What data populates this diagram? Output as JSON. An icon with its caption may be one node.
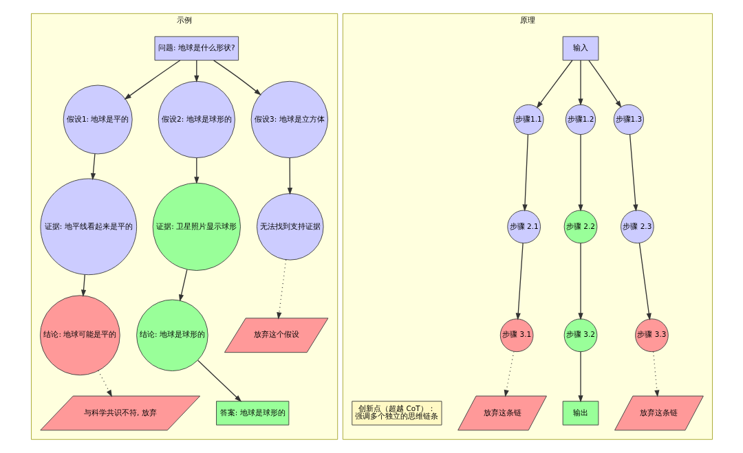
{
  "diagram": {
    "nodes": [
      {
        "text": [
          "示例"
        ]
      },
      {
        "text": [
          "问题: 地球是什么形状?"
        ],
        "in": 0
      },
      {
        "text": [
          "假设1: 地球是平的"
        ],
        "in": 0
      },
      {
        "text": [
          "假设2: 地球是球形的"
        ],
        "in": 0
      },
      {
        "text": [
          "假设3: 地球是立方体"
        ],
        "in": 0
      },
      {
        "text": [
          "证据: 地平线看起来是平的"
        ],
        "in": 0
      },
      {
        "text": [
          "证据: 卫星照片显示球形"
        ],
        "in": 0
      },
      {
        "text": [
          "无法找到支持证据"
        ],
        "in": 0
      },
      {
        "text": [
          "结论: 地球可能是平的"
        ],
        "in": 0
      },
      {
        "text": [
          "结论: 地球是球形的"
        ],
        "in": 0
      },
      {
        "text": [
          "放弃这个假设"
        ],
        "in": 0
      },
      {
        "text": [
          "与科学共识不符, 放弃"
        ],
        "in": 0
      },
      {
        "text": [
          "答案: 地球是球形的"
        ],
        "in": 0
      },
      {
        "text": [
          "原理"
        ]
      },
      {
        "text": [
          "输入"
        ],
        "in": 13
      },
      {
        "text": [
          "步骤1.1"
        ],
        "in": 13
      },
      {
        "text": [
          "步骤1.2"
        ],
        "in": 13
      },
      {
        "text": [
          "步骤1.3"
        ],
        "in": 13
      },
      {
        "text": [
          "步骤 2.1"
        ],
        "in": 13
      },
      {
        "text": [
          "步骤 2.2"
        ],
        "in": 13
      },
      {
        "text": [
          "步骤 2.3"
        ],
        "in": 13
      },
      {
        "text": [
          "步骤 3.1"
        ],
        "in": 13
      },
      {
        "text": [
          "步骤 3.2"
        ],
        "in": 13
      },
      {
        "text": [
          "步骤 3.3"
        ],
        "in": 13
      },
      {
        "text": [
          "放弃这条链"
        ],
        "in": 13
      },
      {
        "text": [
          "输出"
        ],
        "in": 13
      },
      {
        "text": [
          "放弃这条链"
        ],
        "in": 13
      },
      {
        "text": [
          "创新点（超越 CoT）：",
          "强调多个独立的思维链条"
        ],
        "in": 13
      }
    ],
    "edges": [
      {
        "from": 1,
        "to": 2,
        "arrow": "to"
      },
      {
        "from": 1,
        "to": 3,
        "arrow": "to"
      },
      {
        "from": 1,
        "to": 4,
        "arrow": "to"
      },
      {
        "from": 2,
        "to": 5,
        "arrow": "to"
      },
      {
        "from": 3,
        "to": 6,
        "arrow": "to"
      },
      {
        "from": 4,
        "to": 7,
        "arrow": "to"
      },
      {
        "from": 5,
        "to": 8,
        "arrow": "to"
      },
      {
        "from": 6,
        "to": 9,
        "arrow": "to"
      },
      {
        "from": 7,
        "to": 10,
        "arrow": "to",
        "style": "dashed"
      },
      {
        "from": 8,
        "to": 11,
        "arrow": "to",
        "style": "dashed"
      },
      {
        "from": 9,
        "to": 12,
        "arrow": "to"
      },
      {
        "from": 14,
        "to": 15,
        "arrow": "to"
      },
      {
        "from": 14,
        "to": 16,
        "arrow": "to"
      },
      {
        "from": 14,
        "to": 17,
        "arrow": "to"
      },
      {
        "from": 15,
        "to": 18,
        "arrow": "to"
      },
      {
        "from": 16,
        "to": 19,
        "arrow": "to"
      },
      {
        "from": 17,
        "to": 20,
        "arrow": "to"
      },
      {
        "from": 18,
        "to": 21,
        "arrow": "to"
      },
      {
        "from": 19,
        "to": 22,
        "arrow": "to"
      },
      {
        "from": 20,
        "to": 23,
        "arrow": "to"
      },
      {
        "from": 21,
        "to": 24,
        "arrow": "to",
        "style": "dashed"
      },
      {
        "from": 22,
        "to": 25,
        "arrow": "to"
      },
      {
        "from": 23,
        "to": 26,
        "arrow": "to",
        "style": "dashed"
      }
    ]
  }
}
